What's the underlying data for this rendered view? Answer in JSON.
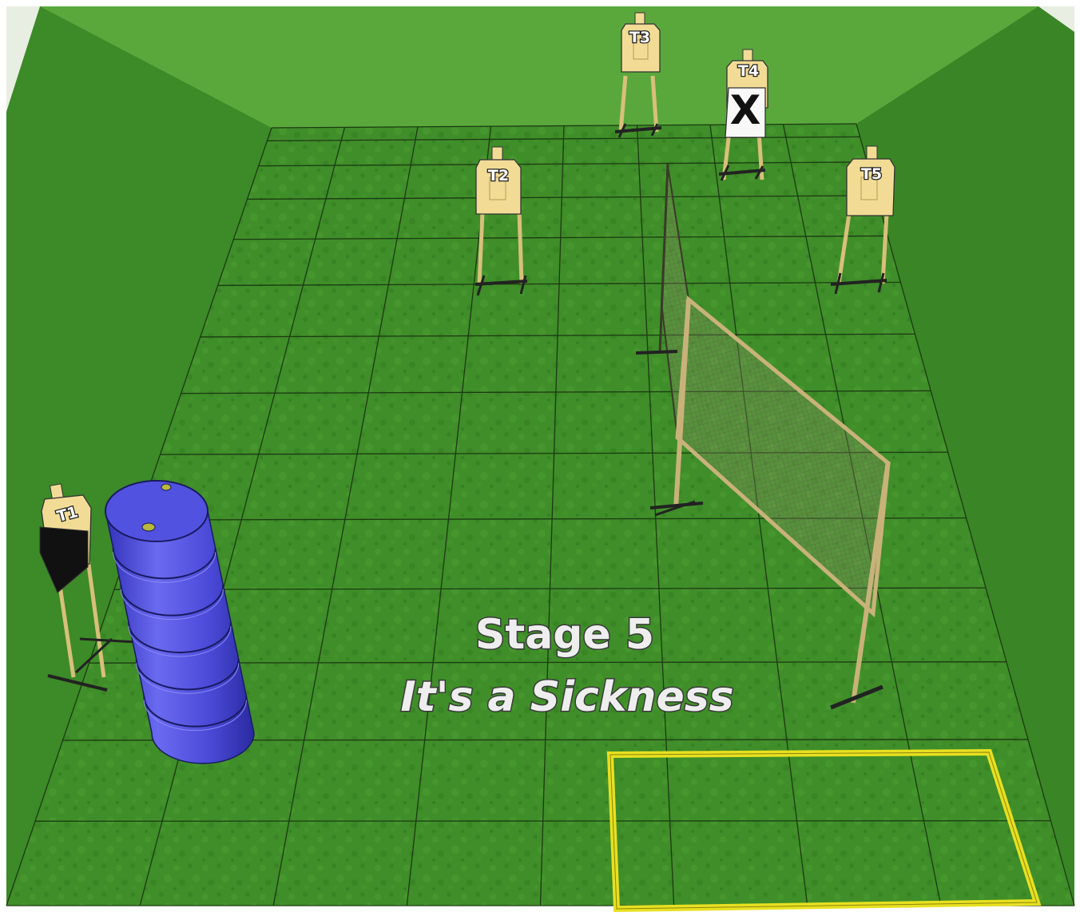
{
  "stage": {
    "title": "Stage 5",
    "subtitle": "It's a Sickness"
  },
  "targets": [
    {
      "label": "T1",
      "kind": "paper-target",
      "partially_covered": true
    },
    {
      "label": "T2",
      "kind": "paper-target"
    },
    {
      "label": "T3",
      "kind": "paper-target"
    },
    {
      "label": "T4",
      "kind": "paper-target",
      "covered_by_no_shoot": true
    },
    {
      "label": "T5",
      "kind": "paper-target"
    }
  ],
  "no_shoot": {
    "mark": "X"
  },
  "props": [
    {
      "kind": "stacked-barrels",
      "count": 6,
      "color": "#4a4ad8"
    },
    {
      "kind": "mesh-wall"
    },
    {
      "kind": "shooting-box",
      "color": "#e8e020"
    }
  ],
  "colors": {
    "grass": "#3f8f2a",
    "berm": "#3d8a2a",
    "target_cardboard": "#f2dc95",
    "barrel": "#4a4ad8",
    "shooting_box": "#e8e020"
  }
}
